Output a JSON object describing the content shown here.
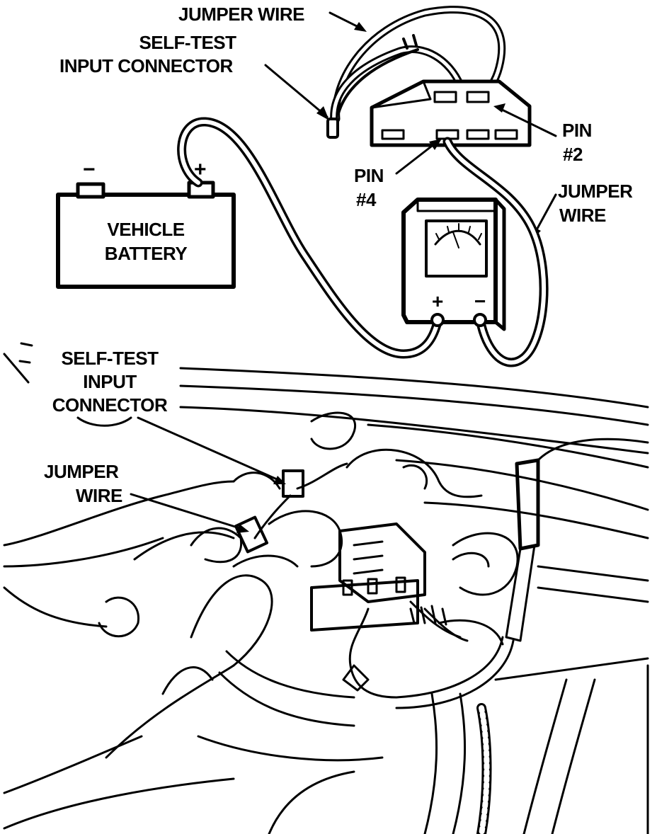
{
  "labels": {
    "jumper_wire_top": "JUMPER WIRE",
    "self_test_top_line1": "SELF-TEST",
    "self_test_top_line2": "INPUT CONNECTOR",
    "pin2_line1": "PIN",
    "pin2_line2": "#2",
    "pin4_line1": "PIN",
    "pin4_line2": "#4",
    "jumper_wire_right_line1": "JUMPER",
    "jumper_wire_right_line2": "WIRE",
    "battery_line1": "VEHICLE",
    "battery_line2": "BATTERY",
    "battery_minus": "−",
    "battery_plus": "+",
    "meter_plus": "+",
    "meter_minus": "−",
    "self_test_bottom_line1": "SELF-TEST",
    "self_test_bottom_line2": "INPUT",
    "self_test_bottom_line3": "CONNECTOR",
    "jumper_wire_bottom_line1": "JUMPER",
    "jumper_wire_bottom_line2": "WIRE"
  },
  "colors": {
    "ink": "#000000",
    "paper": "#ffffff"
  }
}
